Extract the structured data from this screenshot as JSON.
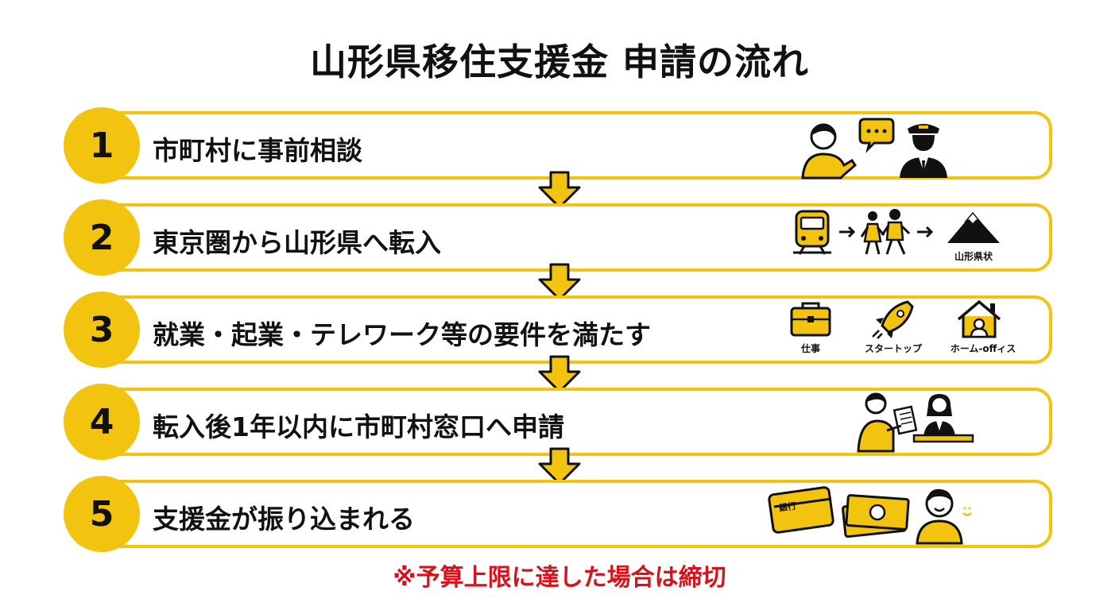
{
  "title": "山形県移住支援金 申請の流れ",
  "steps": [
    {
      "number": "1",
      "label": "市町村に事前相談"
    },
    {
      "number": "2",
      "label": "東京圏から山形県へ転入",
      "icon_caption": "山形県状"
    },
    {
      "number": "3",
      "label": "就業・起業・テレワーク等の要件を満たす",
      "icon_captions": [
        "仕事",
        "スタートップ",
        "ホーム-offィス"
      ]
    },
    {
      "number": "4",
      "label": "転入後1年以内に市町村窓口へ申請"
    },
    {
      "number": "5",
      "label": "支援金が振り込まれる",
      "card_text": "銀行"
    }
  ],
  "footnote": "※予算上限に達した場合は締切",
  "colors": {
    "accent": "#F2C40F",
    "text": "#111111",
    "warning": "#D8121B"
  },
  "icons": {
    "step1": [
      "consulting-person-icon",
      "speech-bubble-icon",
      "official-icon"
    ],
    "step2": [
      "train-icon",
      "arrow-right-icon",
      "walking-family-icon",
      "arrow-right-icon",
      "mountain-icon"
    ],
    "step3": [
      "briefcase-icon",
      "rocket-icon",
      "home-office-icon"
    ],
    "step4": [
      "applicant-with-document-icon",
      "counter-clerk-icon"
    ],
    "step5": [
      "bank-card-icon",
      "banknote-icon",
      "smiling-person-icon"
    ]
  }
}
